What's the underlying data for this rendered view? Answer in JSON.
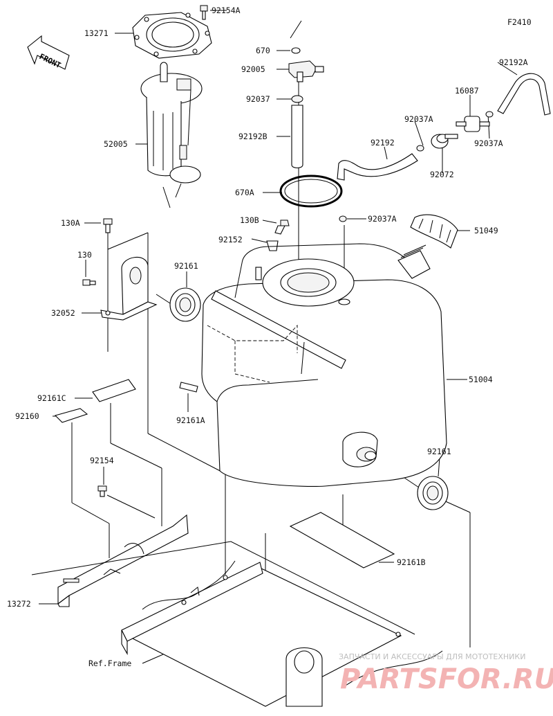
{
  "diagram": {
    "code": "F2410",
    "front_label": "FRONT",
    "labels": {
      "l92154A": "92154A",
      "l13271": "13271",
      "l670": "670",
      "l92005": "92005",
      "l92037_top": "92037",
      "l92192B": "92192B",
      "l670A": "670A",
      "l52005": "52005",
      "l92192A": "92192A",
      "l16087": "16087",
      "l92037A_1": "92037A",
      "l92037A_2": "92037A",
      "l92192": "92192",
      "l92072": "92072",
      "l92037A_3": "92037A",
      "l130A": "130A",
      "l130B": "130B",
      "l51049": "51049",
      "l92152": "92152",
      "l130": "130",
      "l92161_left": "92161",
      "l32052": "32052",
      "l51004": "51004",
      "l92161C": "92161C",
      "l92160": "92160",
      "l92161A": "92161A",
      "l92154": "92154",
      "l92161_right": "92161",
      "l92161B": "92161B",
      "l13272": "13272",
      "lRefFrame": "Ref.Frame"
    }
  },
  "watermark": {
    "line1": "ЗАПЧАСТИ И АКСЕССУАРЫ ДЛЯ МОТОТЕХНИКИ",
    "line2": "PARTSFOR.RU",
    "color": "#e06a6a"
  }
}
